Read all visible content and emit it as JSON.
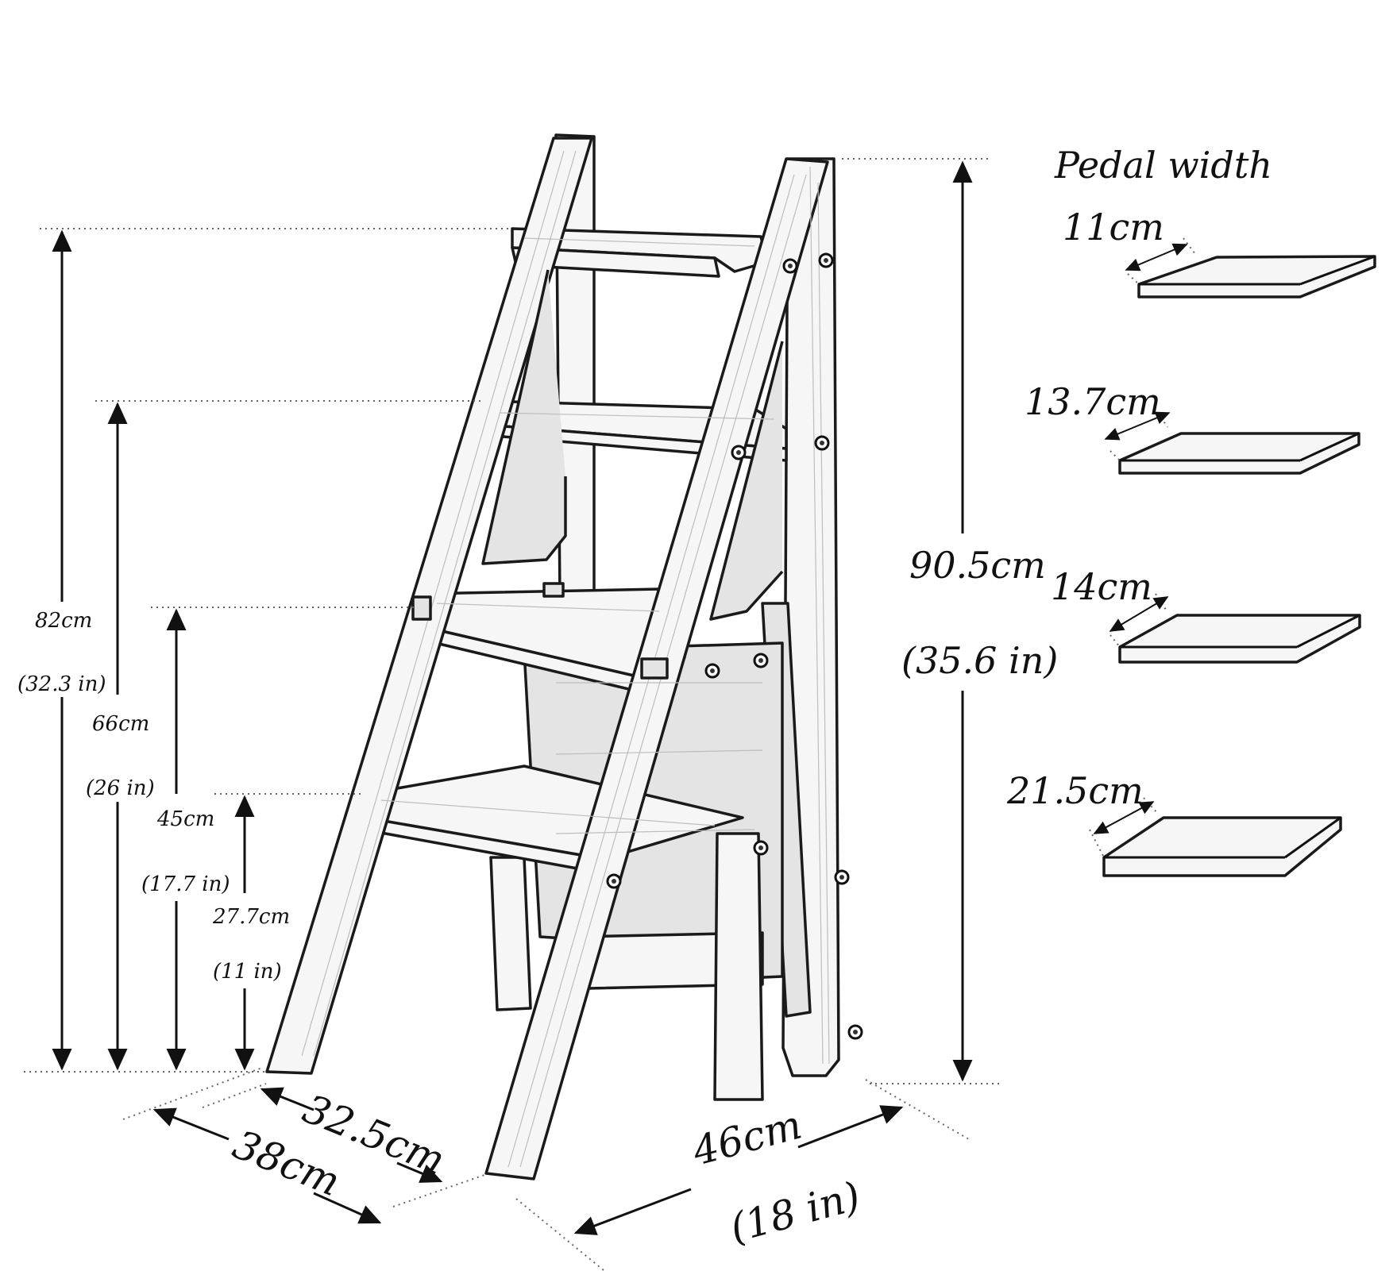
{
  "heading": "Pedal width",
  "pedals": [
    {
      "width": "11cm"
    },
    {
      "width": "13.7cm"
    },
    {
      "width": "14cm"
    },
    {
      "width": "21.5cm"
    }
  ],
  "heights": [
    {
      "cm": "82cm",
      "inch": "(32.3 in)"
    },
    {
      "cm": "66cm",
      "inch": "(26 in)"
    },
    {
      "cm": "45cm",
      "inch": "(17.7 in)"
    },
    {
      "cm": "27.7cm",
      "inch": "(11 in)"
    }
  ],
  "total_height": {
    "cm": "90.5cm",
    "inch": "(35.6 in)"
  },
  "base": {
    "inner_depth": "32.5cm",
    "depth": "38cm",
    "width": "46cm",
    "width_inch": "(18 in)"
  }
}
